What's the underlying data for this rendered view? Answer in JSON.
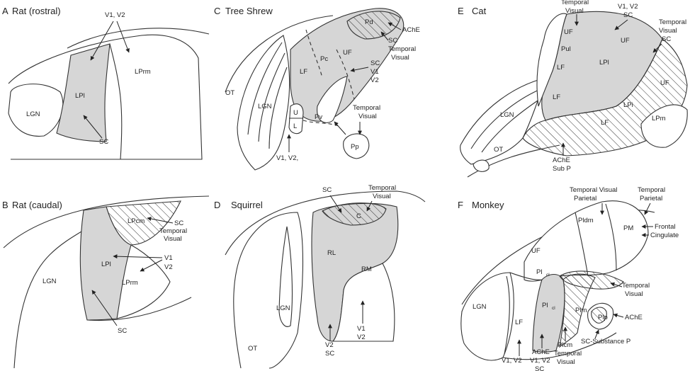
{
  "panels": {
    "a": {
      "letter": "A",
      "title": "Rat (rostral)",
      "labels": [
        "V1, V2",
        "LPrm",
        "LGN",
        "LPl",
        "SC"
      ]
    },
    "b": {
      "letter": "B",
      "title": "Rat (caudal)",
      "labels": [
        "LPcm",
        "SC",
        "Temporal",
        "Visual",
        "V1",
        "V2",
        "LGN",
        "LPl",
        "LPrm",
        "SC"
      ]
    },
    "c": {
      "letter": "C",
      "title": "Tree Shrew",
      "labels": [
        "Pd",
        "AChE",
        "SC",
        "Temporal",
        "Visual",
        "UF",
        "Pc",
        "LF",
        "SC",
        "V1",
        "V2",
        "OT",
        "LGN",
        "U",
        "L",
        "Pv",
        "Temporal",
        "Visual",
        "Pp",
        "V1, V2,"
      ]
    },
    "d": {
      "letter": "D",
      "title": "Squirrel",
      "labels": [
        "SC",
        "Temporal",
        "Visual",
        "C",
        "RL",
        "RM",
        "LGN",
        "OT",
        "V1",
        "V2",
        "V2",
        "SC"
      ]
    },
    "e": {
      "letter": "E",
      "title": "Cat",
      "labels": [
        "Temporal",
        "Visual",
        "V1, V2",
        "SC",
        "Temporal",
        "Visual",
        "SC",
        "UF",
        "UF",
        "Pul",
        "LF",
        "LPl",
        "UF",
        "LF",
        "LPi",
        "LGN",
        "LF",
        "LPm",
        "OT",
        "AChE",
        "Sub P"
      ]
    },
    "f": {
      "letter": "F",
      "title": "Monkey",
      "labels": [
        "Temporal Visual",
        "Parietal",
        "Temporal",
        "Parietal",
        "Pldm",
        "PM",
        "Frontal",
        "Cingulate",
        "UF",
        "Pl",
        "cl",
        "Temporal",
        "Visual",
        "LGN",
        "Pl",
        "cl",
        "Plm",
        "Plp",
        "AChE",
        "LF",
        "SC-Substance P",
        "AChE",
        "V1, V2",
        "SC",
        "V1, V2",
        "Plcm",
        "Temporal",
        "Visual"
      ]
    }
  }
}
